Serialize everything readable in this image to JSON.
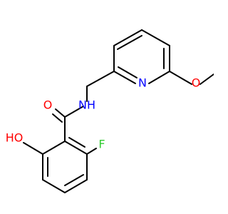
{
  "molecule": {
    "colors": {
      "bond": "#000000",
      "oxygen": "#ff0000",
      "nitrogen": "#0000ff",
      "fluorine": "#33cc33"
    },
    "labels": {
      "amide_oxygen": "O",
      "amide_nitrogen": "NH",
      "pyridine_nitrogen": "N",
      "methoxy_oxygen": "O",
      "fluorine": "F",
      "hydroxyl": "HO"
    }
  }
}
